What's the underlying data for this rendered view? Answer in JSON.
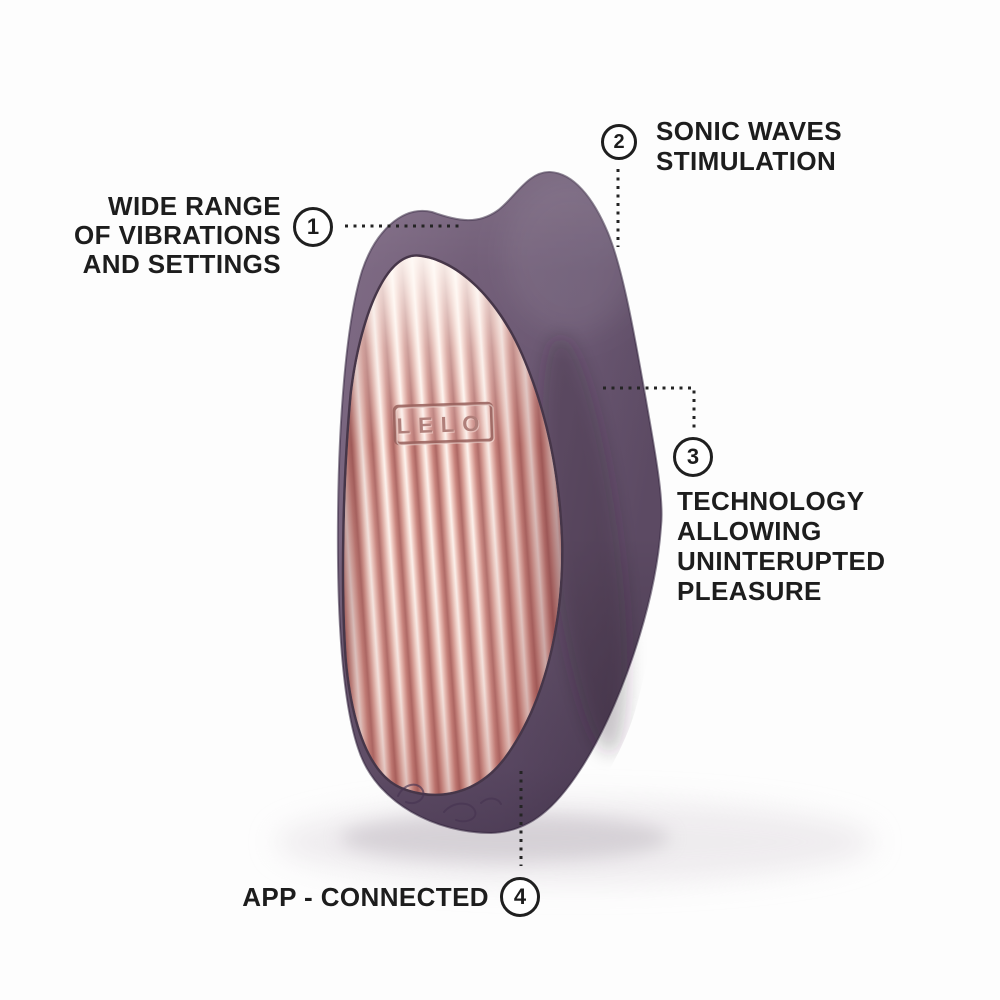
{
  "page": {
    "background_color": "#fdfdfd",
    "text_color": "#1d1d1d"
  },
  "product": {
    "logo_text": "LELO",
    "body_color": "#6f5b75",
    "body_edge_color": "#5c4a63",
    "face_light_color": "#fdf4ef",
    "face_mid_color": "#e0a89f",
    "face_deep_color": "#ad6763",
    "rim_color": "#463649"
  },
  "callouts": [
    {
      "number": "1",
      "lines": [
        "WIDE RANGE",
        "OF VIBRATIONS",
        "AND SETTINGS"
      ]
    },
    {
      "number": "2",
      "lines": [
        "SONIC WAVES",
        "STIMULATION"
      ]
    },
    {
      "number": "3",
      "lines": [
        "TECHNOLOGY",
        "ALLOWING",
        "UNINTERUPTED",
        "PLEASURE"
      ]
    },
    {
      "number": "4",
      "lines": [
        "APP - CONNECTED"
      ]
    }
  ]
}
